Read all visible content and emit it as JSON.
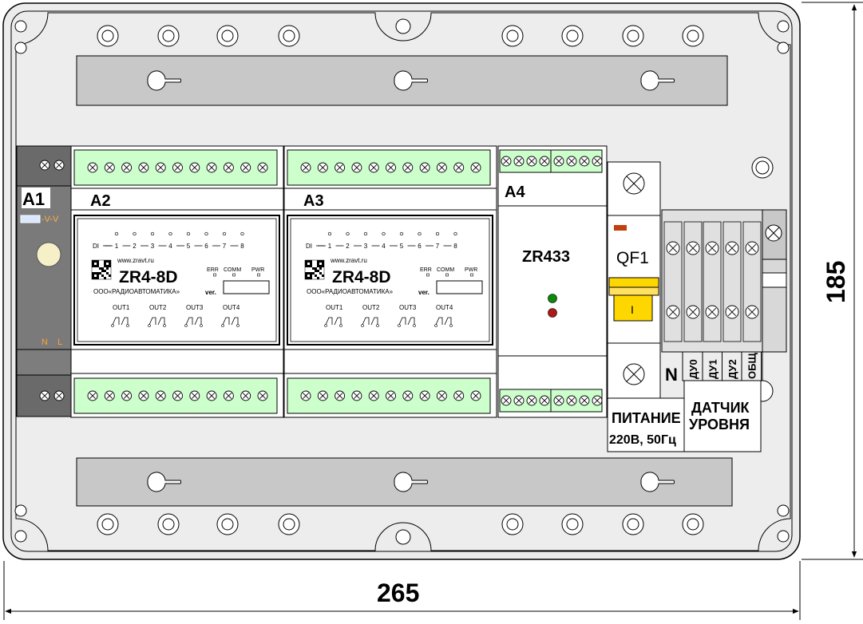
{
  "dimensions": {
    "width": "265",
    "height": "185"
  },
  "blocks": {
    "a1": {
      "label": "A1",
      "indicator": "-V-V",
      "terminals": "N    L"
    },
    "a2": {
      "label": "A2"
    },
    "a3": {
      "label": "A3"
    },
    "a4": {
      "label": "A4",
      "model": "ZR433"
    }
  },
  "module": {
    "site": "www.zravt.ru",
    "model": "ZR4-8D",
    "company": "ООО«РАДИОАВТОМАТИКА»",
    "di_row": "DI — 1 — 2 — 3 — 4 — 5 — 6 — 7 — 8",
    "err": "ERR",
    "comm": "COMM",
    "pwr": "PWR",
    "ver": "ver.",
    "outputs": [
      "OUT1",
      "OUT2",
      "OUT3",
      "OUT4"
    ]
  },
  "breaker": {
    "label": "QF1",
    "switch": "I",
    "neutral": "N"
  },
  "sensor_terminals": [
    "ДУ0",
    "ДУ1",
    "ДУ2",
    "ОБЩ"
  ],
  "captions": {
    "power_line1": "ПИТАНИЕ",
    "power_line2": "220В, 50Гц",
    "sensor_line1": "ДАТЧИК",
    "sensor_line2": "УРОВНЯ"
  },
  "colors": {
    "enclosure": "#ececec",
    "rail": "#c8c8c8",
    "terminal_green": "#ccffcc",
    "psu": "#7a7a7a",
    "breaker_yellow": "#ffd700",
    "led_green": "#0a8a0a",
    "led_red": "#b01818"
  }
}
